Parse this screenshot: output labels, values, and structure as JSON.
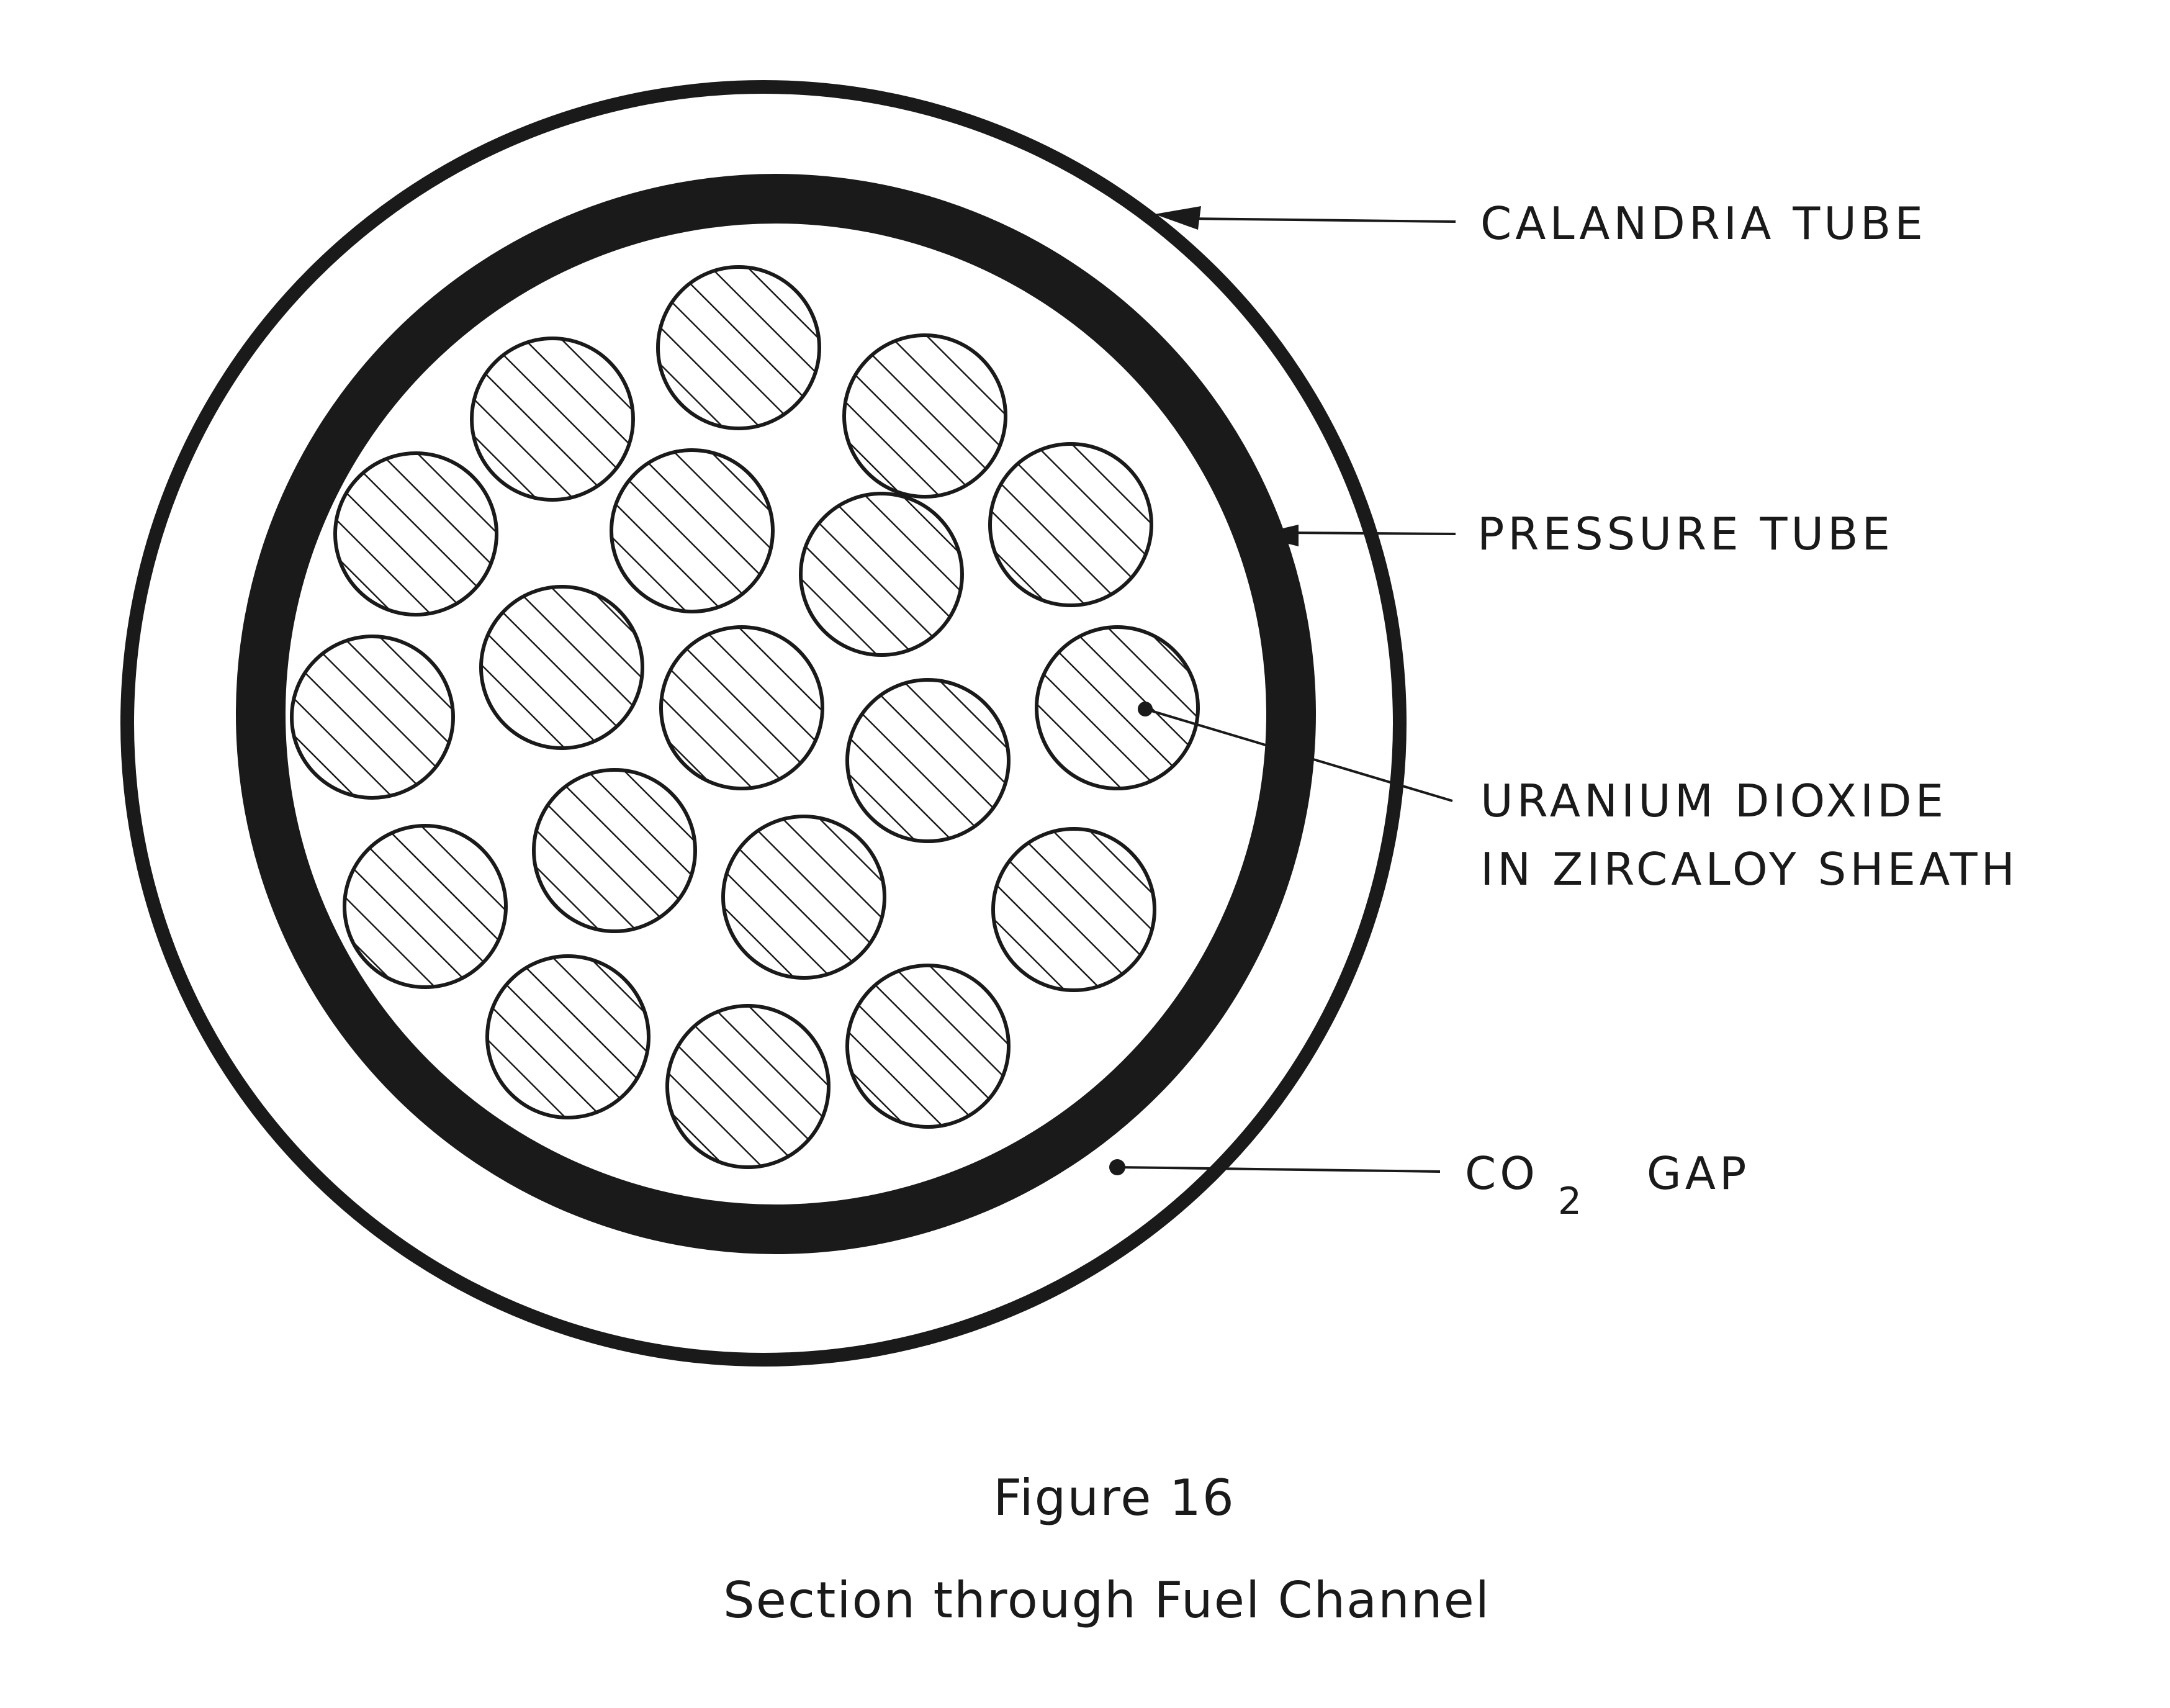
{
  "labels": {
    "calandria_tube": "CALANDRIA TUBE",
    "pressure_tube": "PRESSURE TUBE",
    "uranium_line1": "URANIUM DIOXIDE",
    "uranium_line2": "IN ZIRCALOY SHEATH",
    "co2_gap_co": "CO",
    "co2_gap_sub": "2",
    "co2_gap_gap": "GAP"
  },
  "caption": {
    "figure_number": "Figure 16",
    "title": "Section through Fuel Channel"
  },
  "colors": {
    "ink": "#1a1a1a",
    "background": "#ffffff"
  }
}
